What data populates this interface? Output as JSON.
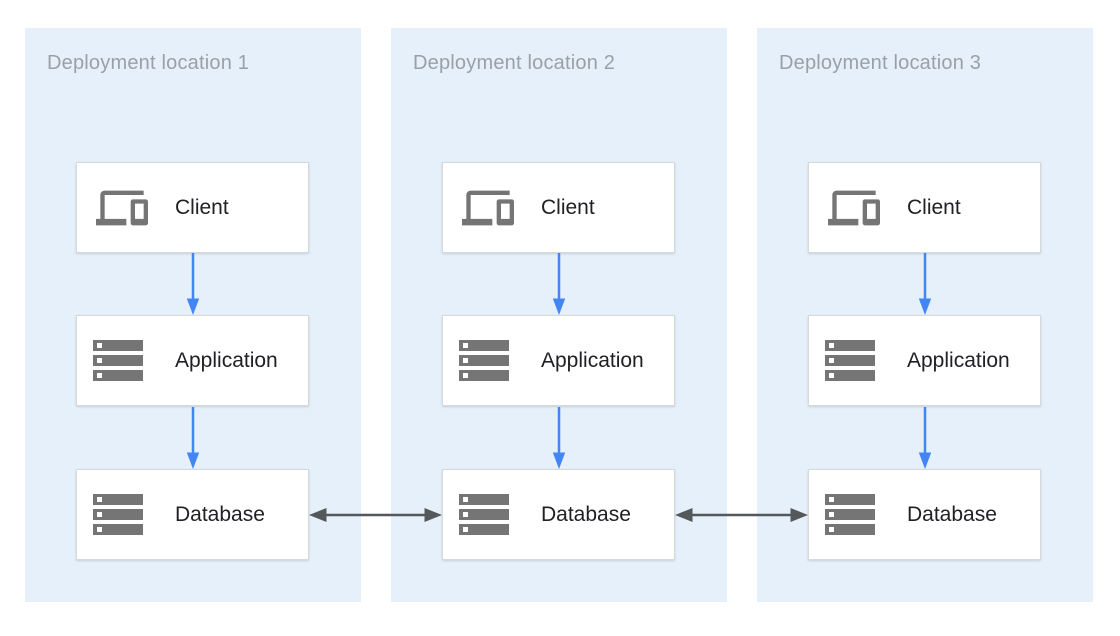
{
  "panels": [
    {
      "title": "Deployment location 1",
      "nodes": [
        {
          "label": "Client",
          "icon": "devices-icon"
        },
        {
          "label": "Application",
          "icon": "servers-icon"
        },
        {
          "label": "Database",
          "icon": "servers-icon"
        }
      ]
    },
    {
      "title": "Deployment location 2",
      "nodes": [
        {
          "label": "Client",
          "icon": "devices-icon"
        },
        {
          "label": "Application",
          "icon": "servers-icon"
        },
        {
          "label": "Database",
          "icon": "servers-icon"
        }
      ]
    },
    {
      "title": "Deployment location 3",
      "nodes": [
        {
          "label": "Client",
          "icon": "devices-icon"
        },
        {
          "label": "Application",
          "icon": "servers-icon"
        },
        {
          "label": "Database",
          "icon": "servers-icon"
        }
      ]
    }
  ],
  "connections": {
    "within_location": [
      {
        "from": "Client",
        "to": "Application",
        "direction": "one-way"
      },
      {
        "from": "Application",
        "to": "Database",
        "direction": "one-way"
      }
    ],
    "between_locations": [
      {
        "from": "Database (location 1)",
        "to": "Database (location 2)",
        "direction": "two-way"
      },
      {
        "from": "Database (location 2)",
        "to": "Database (location 3)",
        "direction": "two-way"
      }
    ]
  },
  "colors": {
    "panel_bg": "#e5f0fa",
    "box_bg": "#ffffff",
    "box_border": "#d6d9dc",
    "icon_color": "#757575",
    "label_color": "#202124",
    "title_color": "#9aa0a6",
    "flow_arrow": "#4285f4",
    "replication_arrow": "#55585b"
  }
}
